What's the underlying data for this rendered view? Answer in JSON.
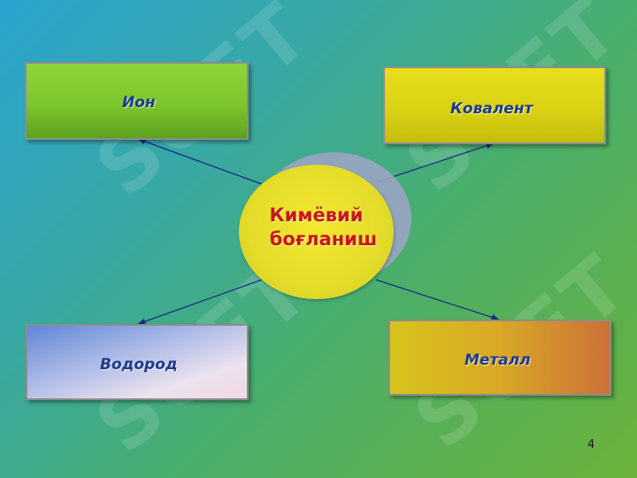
{
  "center": {
    "line1": "Кимёвий",
    "line2": "боғланиш"
  },
  "boxes": {
    "ion": "Ион",
    "kovalent": "Ковалент",
    "vodorod": "Водород",
    "metall": "Металл"
  },
  "page_number": "4",
  "colors": {
    "label_text": "#1e3a8a",
    "center_text": "#c8181c",
    "arrow": "#1a2a8a"
  }
}
